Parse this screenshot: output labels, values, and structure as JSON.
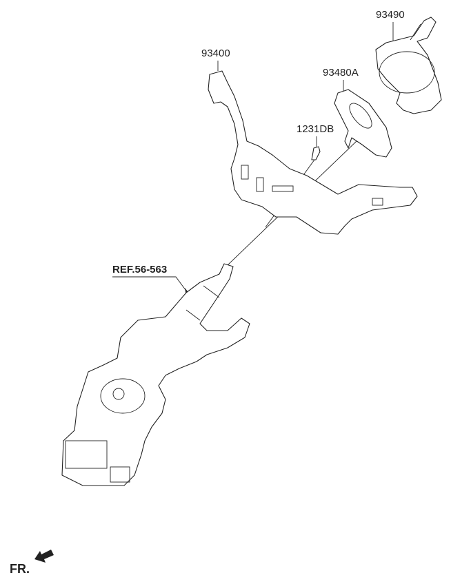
{
  "labels": {
    "clock_spring": "93490",
    "multifunction_switch": "93400",
    "steering_angle_sensor": "93480A",
    "screw": "1231DB",
    "column_ref": "REF.56-563",
    "front_marker": "FR."
  },
  "icons": {
    "front_arrow": "arrow-down-left-icon"
  }
}
